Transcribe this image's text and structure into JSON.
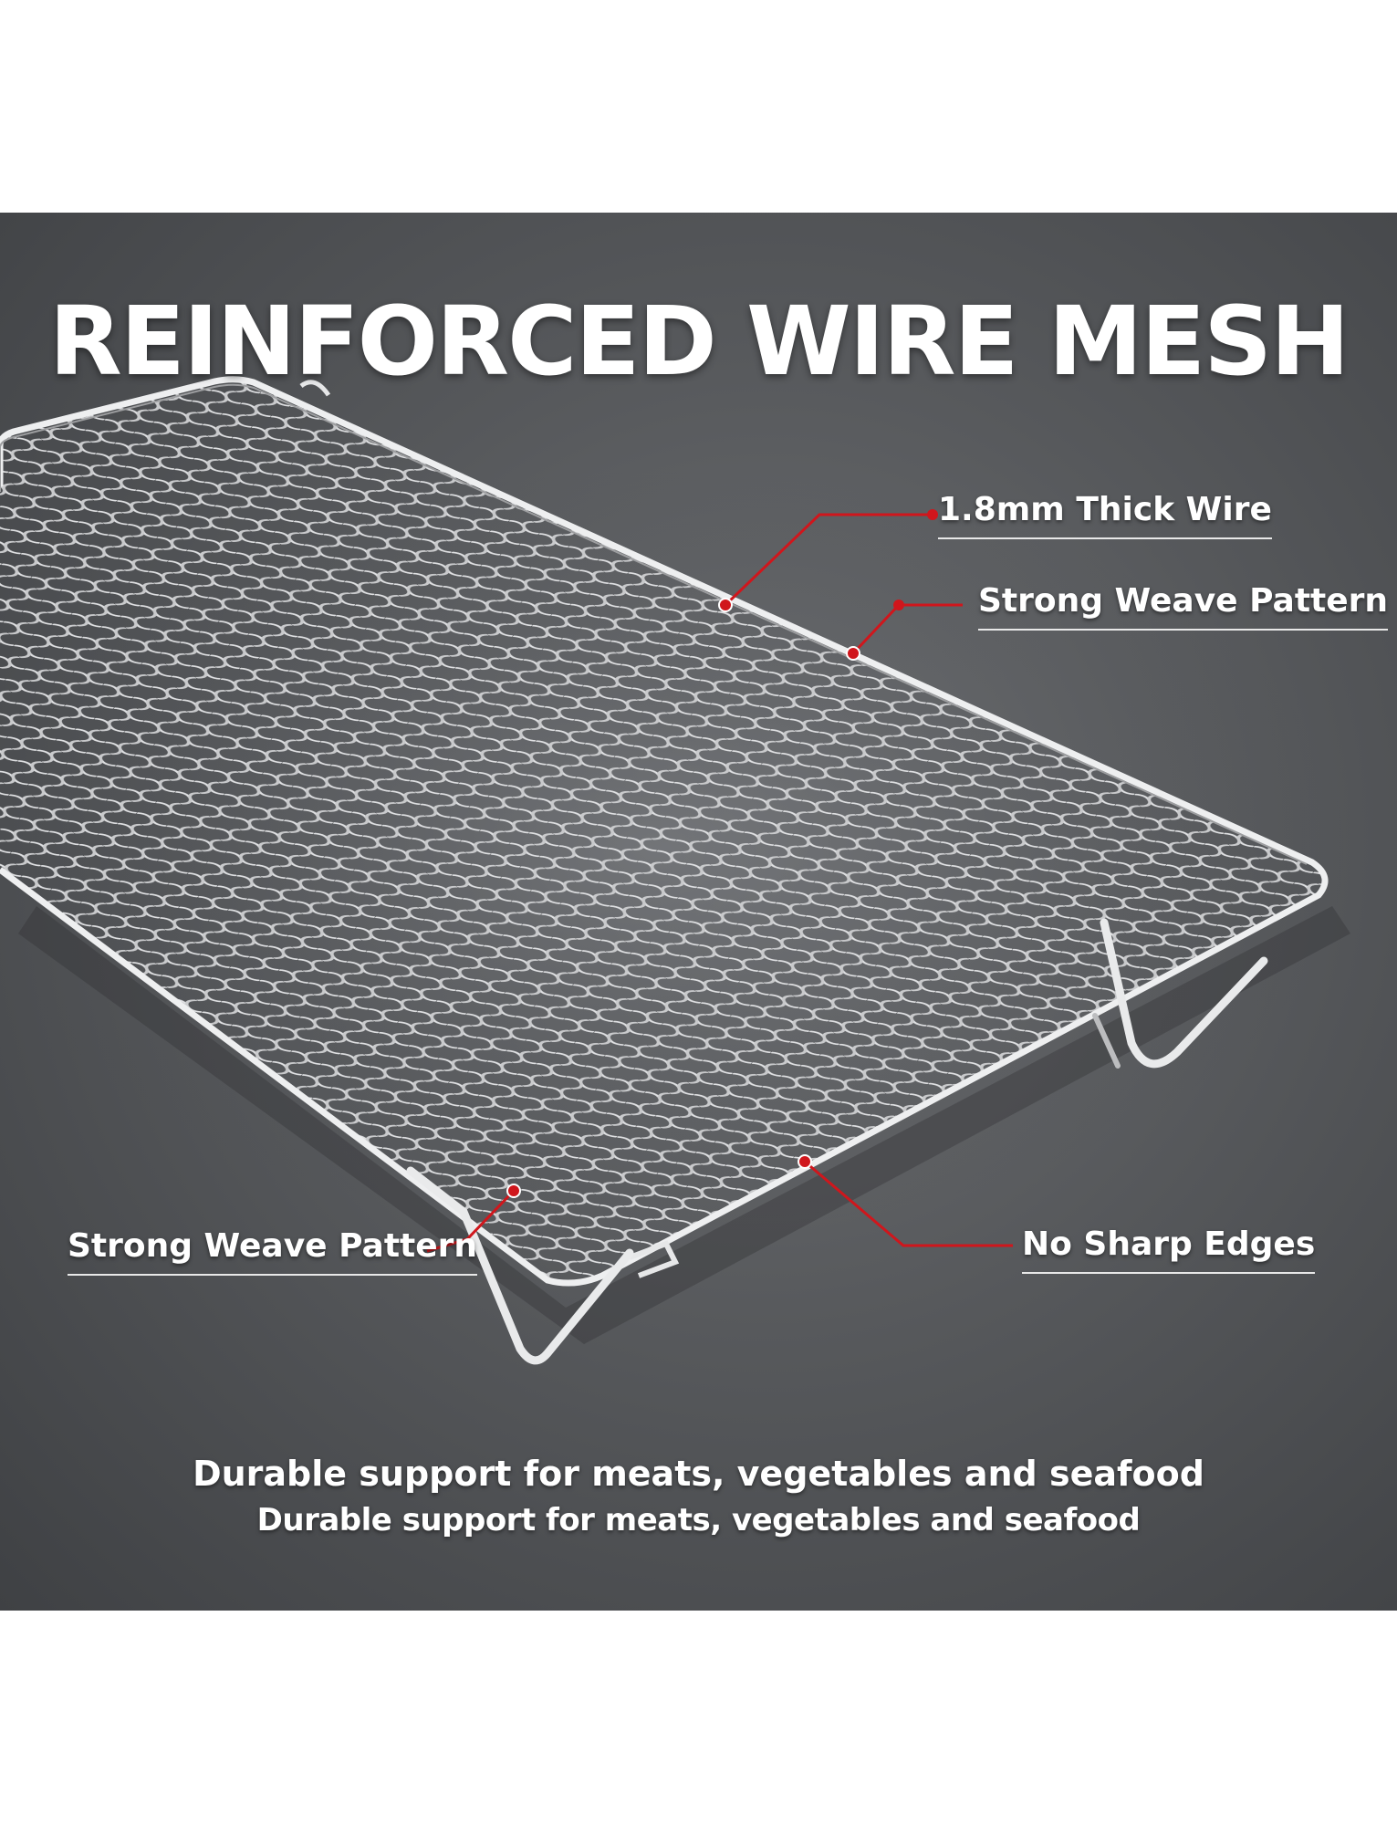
{
  "headline": "REINFORCED WIRE MESH",
  "callouts": {
    "thick_wire": "1.8mm Thick Wire",
    "weave_top": "Strong Weave Pattern",
    "weave_left": "Strong Weave Pattern",
    "sharp_edges": "No Sharp Edges"
  },
  "subtitles": {
    "line1": "Durable support for meats, vegetables and seafood",
    "line2": "Durable support for meats, vegetables and seafood"
  },
  "colors": {
    "background": "#58595b",
    "page": "#ffffff",
    "text": "#ffffff",
    "callout_line": "#d0161c",
    "wire": "#d9dadc"
  }
}
